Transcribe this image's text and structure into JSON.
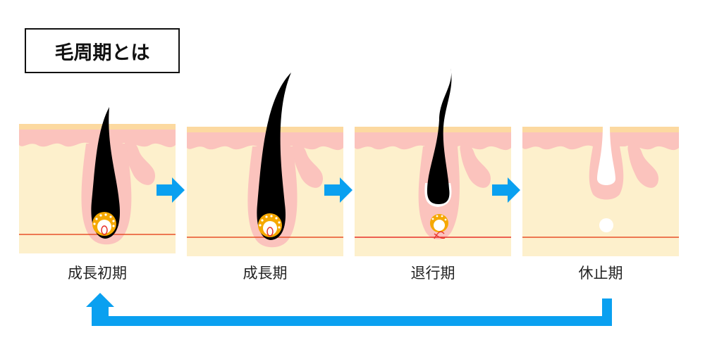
{
  "title": "毛周期とは",
  "stages": [
    {
      "label": "成長初期"
    },
    {
      "label": "成長期"
    },
    {
      "label": "退行期"
    },
    {
      "label": "休止期"
    }
  ],
  "colors": {
    "skin": "#fdf0cc",
    "skin_top": "#fcd9a0",
    "epidermis": "#fbc3bd",
    "hair": "#000000",
    "bulb": "#f5a800",
    "line": "#e8502a",
    "arrow": "#0aa0f0"
  }
}
